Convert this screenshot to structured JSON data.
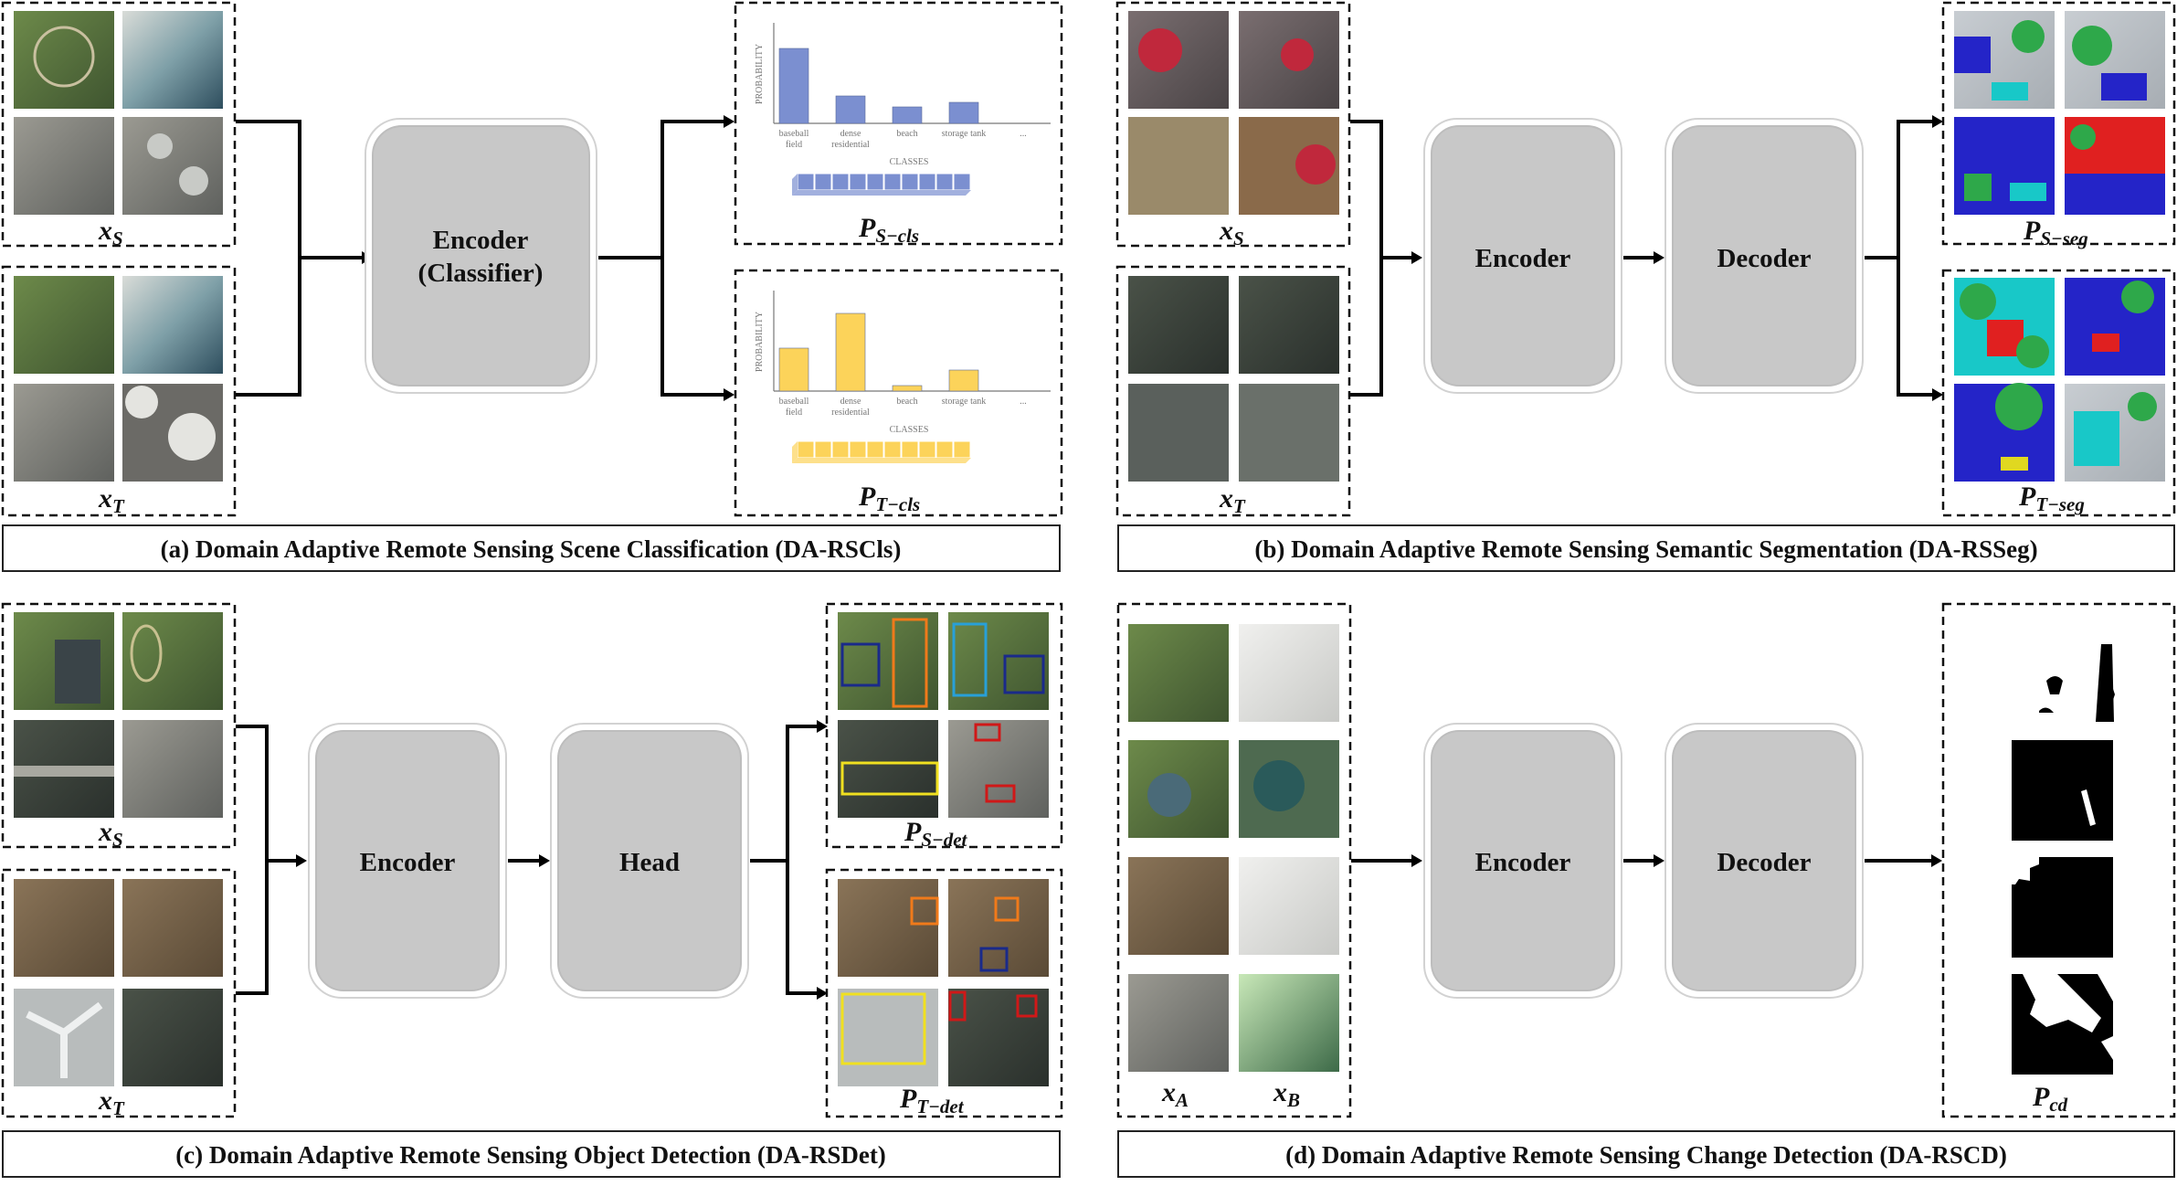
{
  "panels": {
    "a": {
      "caption": "(a) Domain Adaptive Remote Sensing Scene Classification (DA-RSCls)",
      "block": [
        "Encoder",
        "(Classifier)"
      ],
      "src_label": "x",
      "src_sub": "S",
      "tgt_label": "x",
      "tgt_sub": "T",
      "out_src_label": "P",
      "out_src_sub": "S−cls",
      "out_tgt_label": "P",
      "out_tgt_sub": "T−cls"
    },
    "b": {
      "caption": "(b) Domain Adaptive Remote Sensing Semantic Segmentation (DA-RSSeg)",
      "encoder": "Encoder",
      "decoder": "Decoder",
      "src_label": "x",
      "src_sub": "S",
      "tgt_label": "x",
      "tgt_sub": "T",
      "out_src_label": "P",
      "out_src_sub": "S−seg",
      "out_tgt_label": "P",
      "out_tgt_sub": "T−seg"
    },
    "c": {
      "caption": "(c) Domain Adaptive Remote Sensing Object Detection (DA-RSDet)",
      "encoder": "Encoder",
      "head": "Head",
      "src_label": "x",
      "src_sub": "S",
      "tgt_label": "x",
      "tgt_sub": "T",
      "out_src_label": "P",
      "out_src_sub": "S−det",
      "out_tgt_label": "P",
      "out_tgt_sub": "T−det"
    },
    "d": {
      "caption": "(d) Domain Adaptive Remote Sensing Change Detection (DA-RSCD)",
      "encoder": "Encoder",
      "decoder": "Decoder",
      "a_label": "x",
      "a_sub": "A",
      "b_label": "x",
      "b_sub": "B",
      "out_label": "P",
      "out_sub": "cd"
    }
  },
  "chart_data": [
    {
      "type": "bar",
      "series_color": "#7b8fd0",
      "ylabel": "PROBABILITY",
      "xlabel": "CLASSES",
      "categories": [
        "baseball field",
        "dense residential",
        "beach",
        "storage tank",
        "..."
      ],
      "values": [
        0.82,
        0.3,
        0.18,
        0.23
      ]
    },
    {
      "type": "bar",
      "series_color": "#fcd35a",
      "ylabel": "PROBABILITY",
      "xlabel": "CLASSES",
      "categories": [
        "baseball field",
        "dense residential",
        "beach",
        "storage tank",
        "..."
      ],
      "values": [
        0.47,
        0.85,
        0.06,
        0.23
      ]
    }
  ],
  "tile_colors": {
    "vegetation": "#4f6b3a",
    "urban": "#8a8a86",
    "water": "#5c7f95",
    "ir_red": "#b5273a",
    "seg_blue": "#2424c8",
    "seg_green": "#2ea84a",
    "seg_cyan": "#18c8c8",
    "seg_red": "#e02020",
    "det_orange": "#f07a1a",
    "det_blue": "#1a2a8a",
    "det_cyan": "#28a0d8",
    "det_yellow": "#f0e020",
    "det_red": "#d01818"
  }
}
